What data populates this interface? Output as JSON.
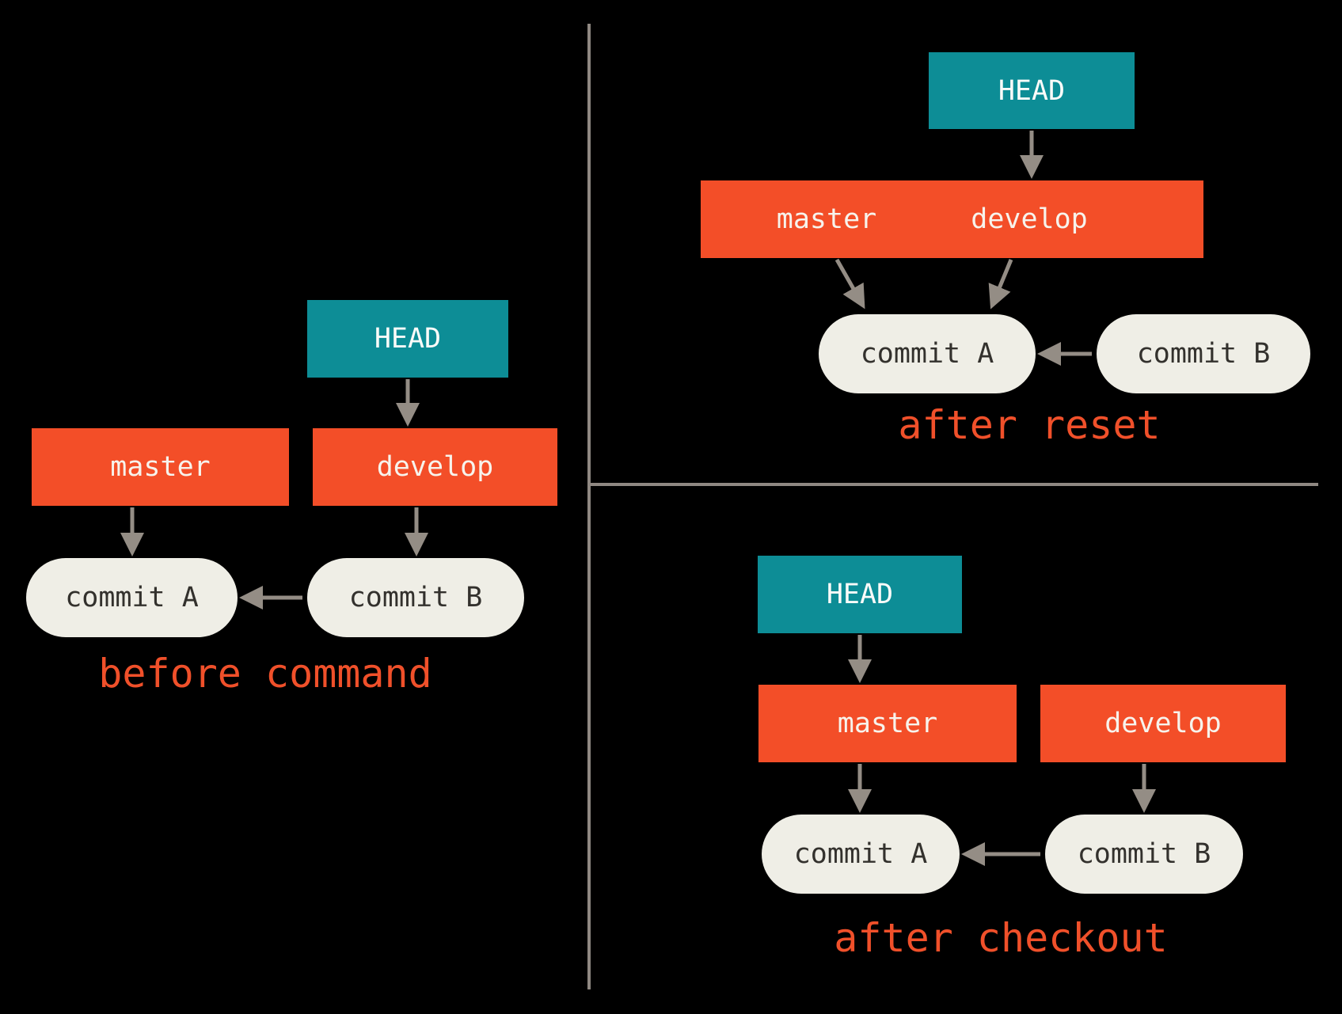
{
  "colors": {
    "background": "#000000",
    "teal": "#0d8d96",
    "orange": "#f34e28",
    "bubble": "#efeee6",
    "bubble_text": "#33312d",
    "arrow": "#948d85",
    "divider": "#8f8882",
    "caption": "#f0502a"
  },
  "panels": {
    "before": {
      "head": "HEAD",
      "master": "master",
      "develop": "develop",
      "commit_a": "commit A",
      "commit_b": "commit B",
      "caption": "before command"
    },
    "reset": {
      "head": "HEAD",
      "master": "master",
      "develop": "develop",
      "commit_a": "commit A",
      "commit_b": "commit B",
      "caption": "after reset"
    },
    "checkout": {
      "head": "HEAD",
      "master": "master",
      "develop": "develop",
      "commit_a": "commit A",
      "commit_b": "commit B",
      "caption": "after checkout"
    }
  }
}
